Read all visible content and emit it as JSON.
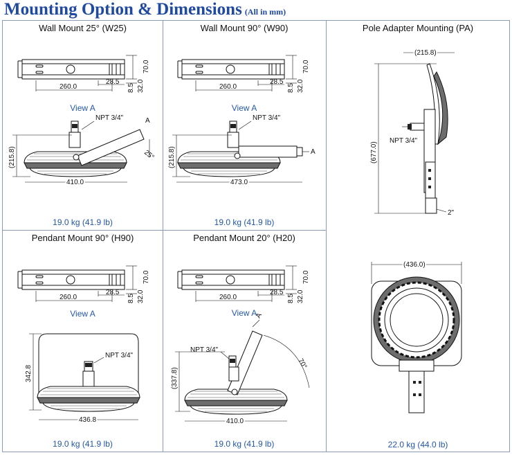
{
  "header": {
    "title": "Mounting Option & Dimensions",
    "subtitle": "(All in mm)"
  },
  "panels": {
    "w25": {
      "title": "Wall Mount 25° (W25)",
      "view": "View A",
      "weight": "19.0 kg (41.9 lb)",
      "dims": {
        "length": "260.0",
        "offset": "28.5",
        "d1": "8.5",
        "d2": "32.0",
        "height": "70.0",
        "overall_h": "(215.8)",
        "overall_w": "410.0",
        "npt": "NPT 3/4\"",
        "angle": "25°",
        "a": "A"
      }
    },
    "w90": {
      "title": "Wall Mount 90° (W90)",
      "view": "View A",
      "weight": "19.0 kg (41.9 lb)",
      "dims": {
        "length": "260.0",
        "offset": "28.5",
        "d1": "8.5",
        "d2": "32.0",
        "height": "70.0",
        "overall_h": "(215.8)",
        "overall_w": "473.0",
        "npt": "NPT 3/4\"",
        "a": "A"
      }
    },
    "pa": {
      "title": "Pole Adapter Mounting (PA)",
      "weight": "22.0 kg (44.0 lb)",
      "dims": {
        "top_w": "(215.8)",
        "overall_h": "(677.0)",
        "npt": "NPT 3/4\"",
        "pipe": "2\"",
        "diameter": "(436.0)"
      }
    },
    "h90": {
      "title": "Pendant Mount 90° (H90)",
      "view": "View A",
      "weight": "19.0 kg (41.9 lb)",
      "dims": {
        "length": "260.0",
        "offset": "28.5",
        "d1": "8.5",
        "d2": "32.0",
        "height": "70.0",
        "overall_h": "342.8",
        "overall_w": "436.8",
        "npt": "NPT 3/4\""
      }
    },
    "h20": {
      "title": "Pendant Mount 20° (H20)",
      "view": "View A",
      "weight": "19.0 kg (41.9 lb)",
      "dims": {
        "length": "260.0",
        "offset": "28.5",
        "d1": "8.5",
        "d2": "32.0",
        "height": "70.0",
        "overall_h": "(337.8)",
        "overall_w": "410.0",
        "npt": "NPT 3/4\"",
        "angle": "70°",
        "a": "A"
      }
    }
  }
}
